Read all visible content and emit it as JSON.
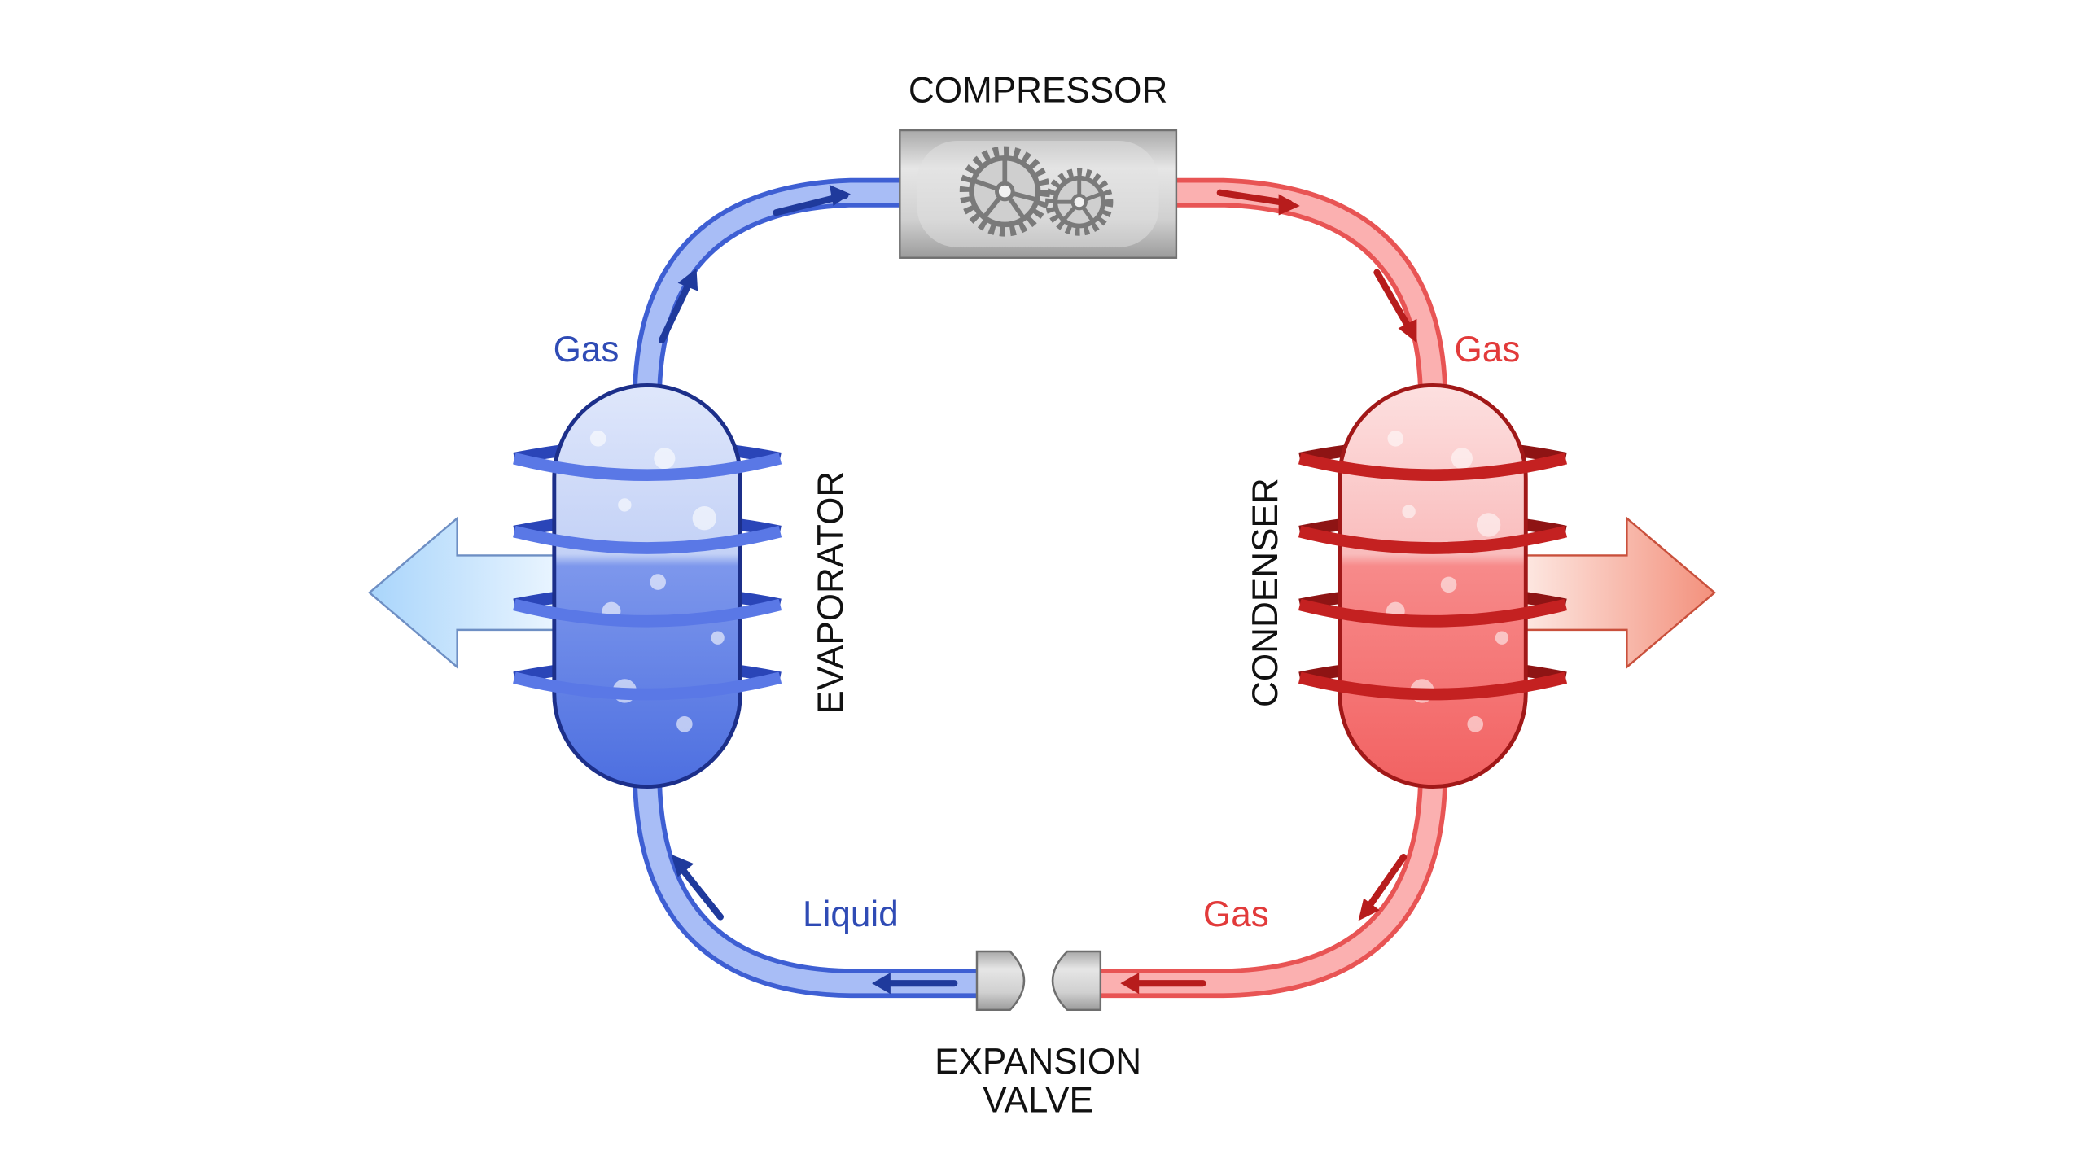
{
  "labels": {
    "compressor": "COMPRESSOR",
    "evaporator": "EVAPORATOR",
    "condenser": "CONDENSER",
    "expansion_valve_line1": "EXPANSION",
    "expansion_valve_line2": "VALVE",
    "evaporator_out": "Gas",
    "condenser_in": "Gas",
    "condenser_out": "Gas",
    "evaporator_in": "Liquid"
  },
  "colors": {
    "cold": "#5b7be8",
    "cold_dark": "#1f3a9c",
    "hot": "#f26a6a",
    "hot_dark": "#b71c1c",
    "metal": "#c8c8c8"
  }
}
